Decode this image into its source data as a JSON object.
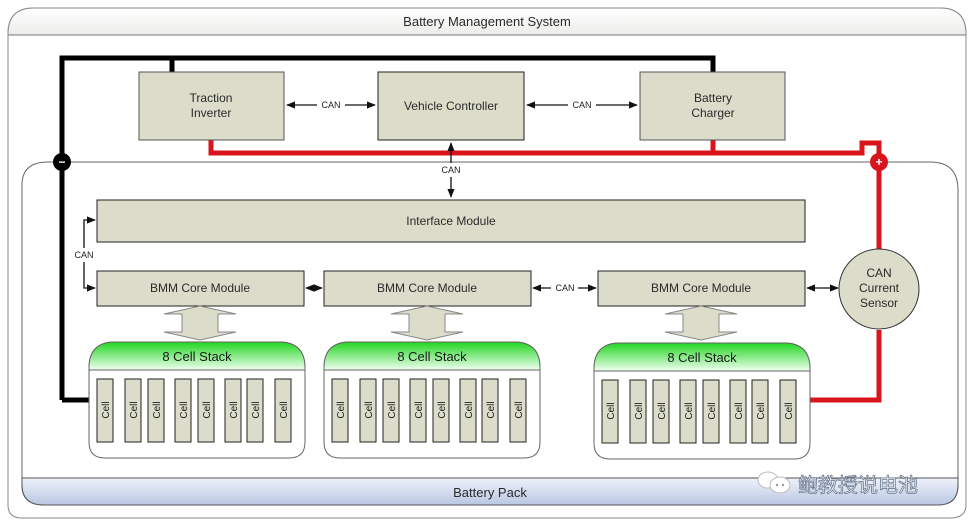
{
  "diagram": {
    "outer_title": "Battery Management System",
    "pack_title": "Battery Pack",
    "watermark": "鲍教授说电池",
    "colors": {
      "module_fill": "#dcdccb",
      "hv_positive": "#d9141c",
      "hv_negative": "#000000",
      "stack_header": "#33dd33",
      "pack_band": "#c8d4ea"
    },
    "top_blocks": [
      {
        "id": "traction-inverter",
        "line1": "Traction",
        "line2": "Inverter"
      },
      {
        "id": "vehicle-controller",
        "line1": "Vehicle Controller",
        "line2": ""
      },
      {
        "id": "battery-charger",
        "line1": "Battery",
        "line2": "Charger"
      }
    ],
    "interface_module": "Interface Module",
    "bmm_modules": [
      "BMM Core Module",
      "BMM Core Module",
      "BMM Core Module"
    ],
    "current_sensor": {
      "line1": "CAN",
      "line2": "Current",
      "line3": "Sensor"
    },
    "can_label": "CAN",
    "terminals": {
      "negative": "−",
      "positive": "+"
    },
    "stacks": [
      {
        "title": "8 Cell Stack",
        "cells": [
          "Cell",
          "Cell",
          "Cell",
          "Cell",
          "Cell",
          "Cell",
          "Cell",
          "Cell"
        ]
      },
      {
        "title": "8 Cell Stack",
        "cells": [
          "Cell",
          "Cell",
          "Cell",
          "Cell",
          "Cell",
          "Cell",
          "Cell",
          "Cell"
        ]
      },
      {
        "title": "8 Cell Stack",
        "cells": [
          "Cell",
          "Cell",
          "Cell",
          "Cell",
          "Cell",
          "Cell",
          "Cell",
          "Cell"
        ]
      }
    ]
  }
}
